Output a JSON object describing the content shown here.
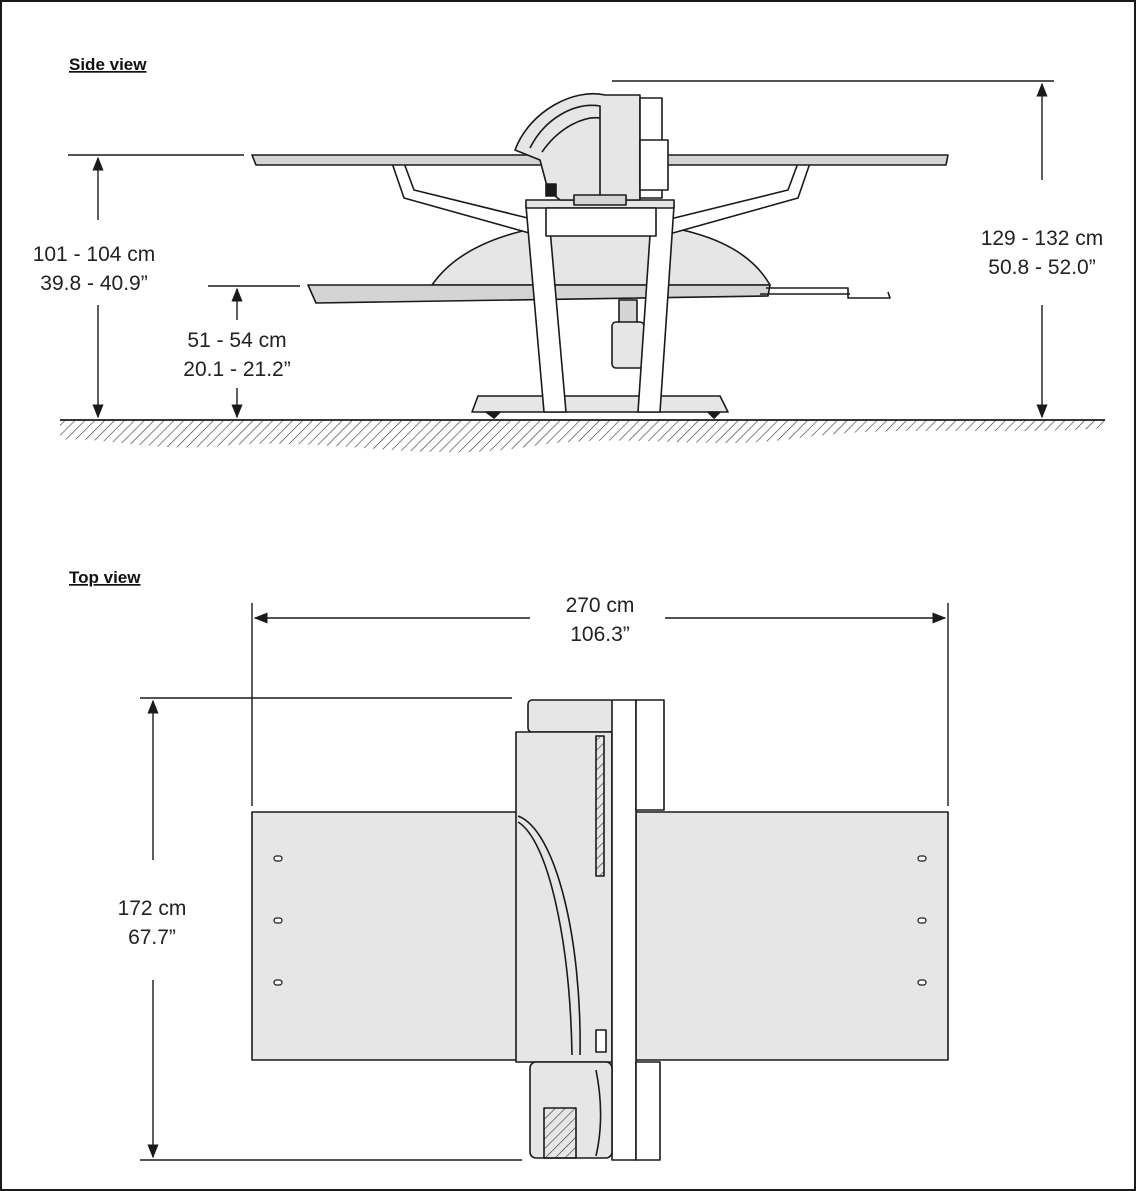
{
  "views": {
    "side": {
      "title": "Side view",
      "dims": {
        "height_total_cm": "129 - 132 cm",
        "height_total_in": "50.8 - 52.0”",
        "table_height_cm": "101 - 104 cm",
        "table_height_in": "39.8 - 40.9”",
        "tray_height_cm": "51 - 54 cm",
        "tray_height_in": "20.1 - 21.2”"
      }
    },
    "top": {
      "title": "Top view",
      "dims": {
        "width_cm": "270 cm",
        "width_in": "106.3”",
        "depth_cm": "172 cm",
        "depth_in": "67.7”"
      }
    }
  },
  "colors": {
    "line": "#1a1a1a",
    "fill_light": "#e6e6e6",
    "fill_mid": "#d4d4d4",
    "fill_white": "#ffffff"
  }
}
